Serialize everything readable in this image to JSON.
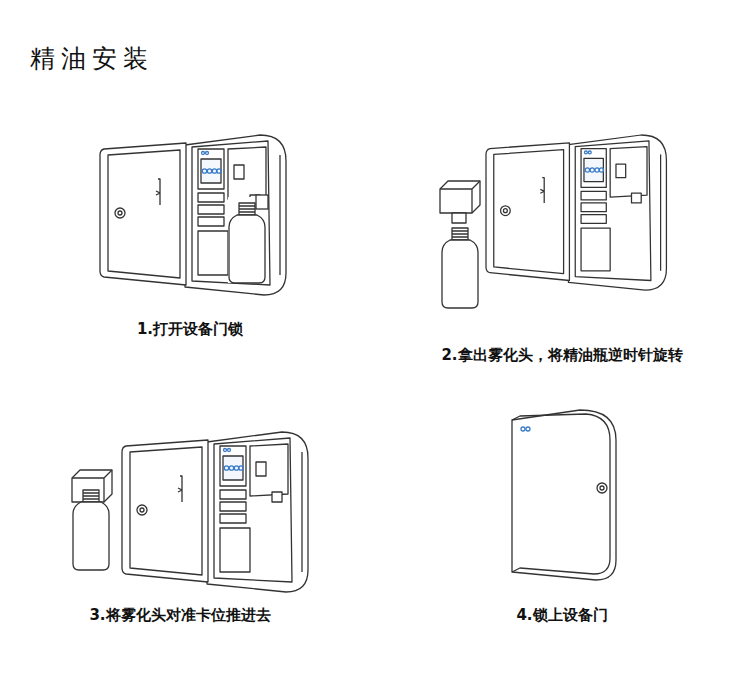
{
  "diagram": {
    "title": "精油安装",
    "labels": [
      "1.打开设备门锁",
      "2.拿出雾化头，将精油瓶逆时针旋转",
      "3.将雾化头对准卡位推进去",
      "4.锁上设备门"
    ]
  }
}
